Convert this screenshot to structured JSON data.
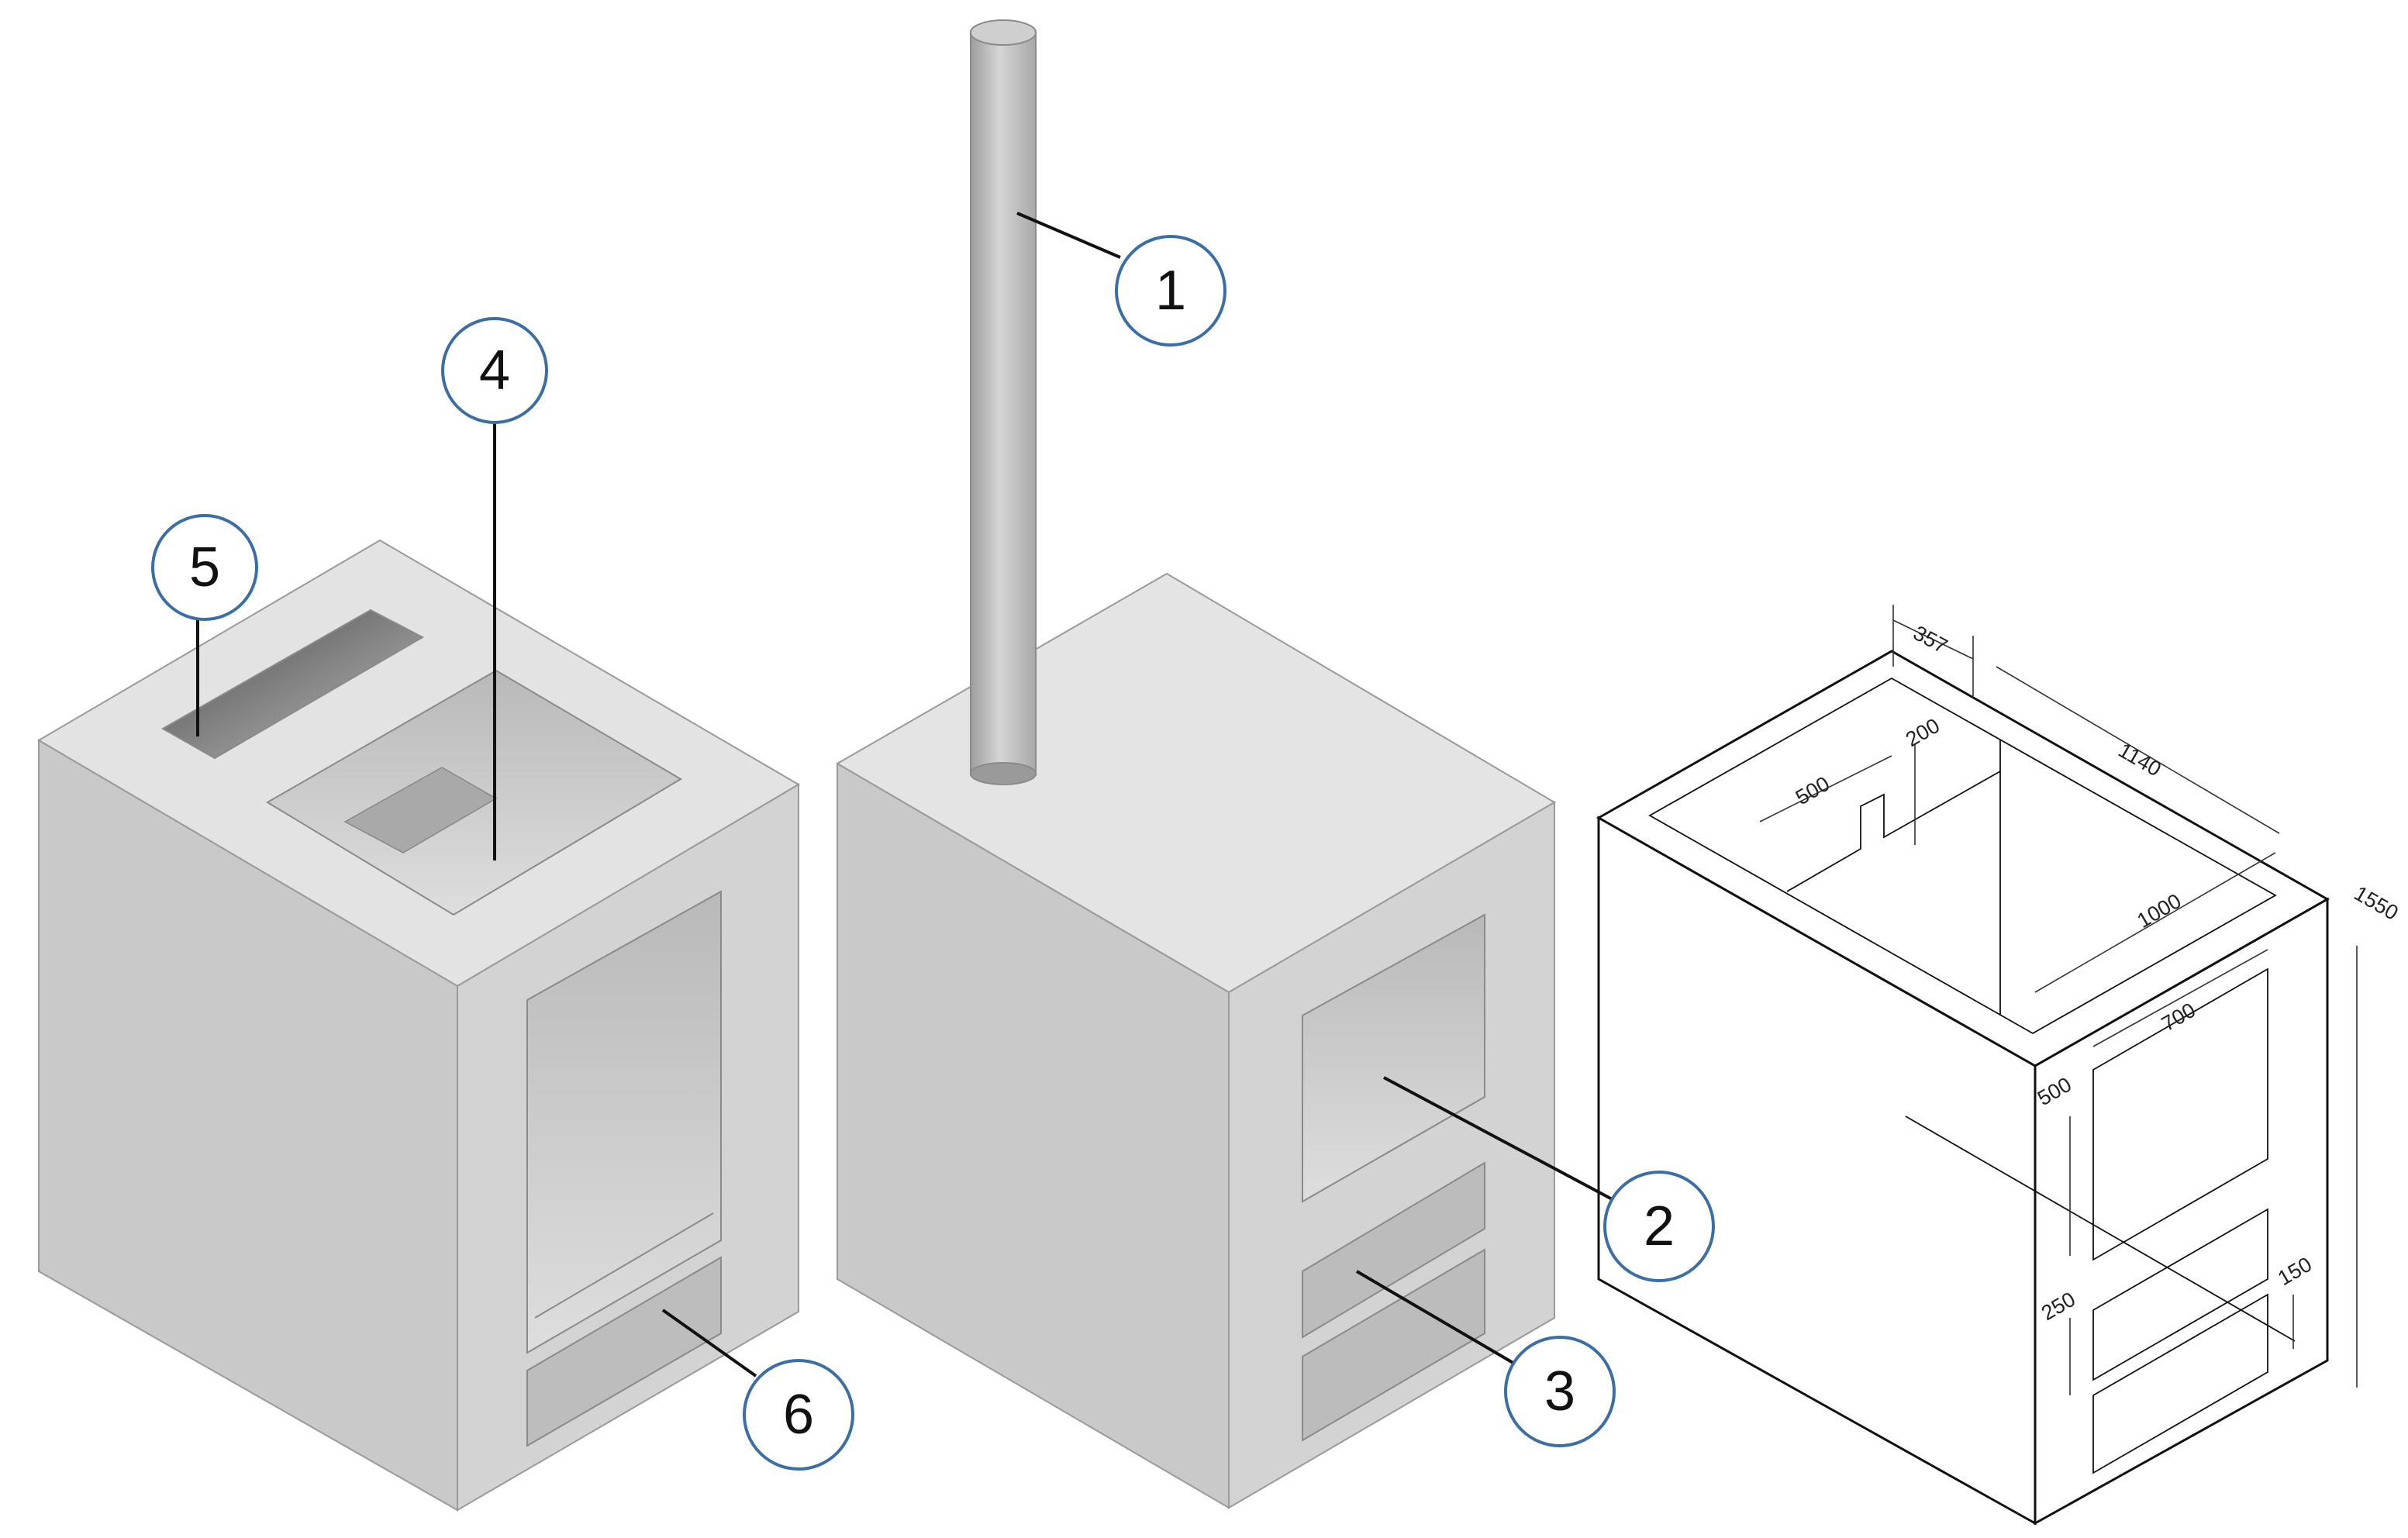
{
  "callouts": {
    "c1": "1",
    "c2": "2",
    "c3": "3",
    "c4": "4",
    "c5": "5",
    "c6": "6"
  },
  "dimensions": {
    "d357": "357",
    "d200": "200",
    "d500_top": "500",
    "d1140": "1140",
    "d1000": "1000",
    "d1550": "1550",
    "d700": "700",
    "d500_side": "500",
    "d250": "250",
    "d150": "150"
  },
  "colors": {
    "callout_ring": "#3a6ea5",
    "face_light": "#e2e2e2",
    "face_mid": "#d2d2d2",
    "face_dark": "#c2c2c2"
  }
}
